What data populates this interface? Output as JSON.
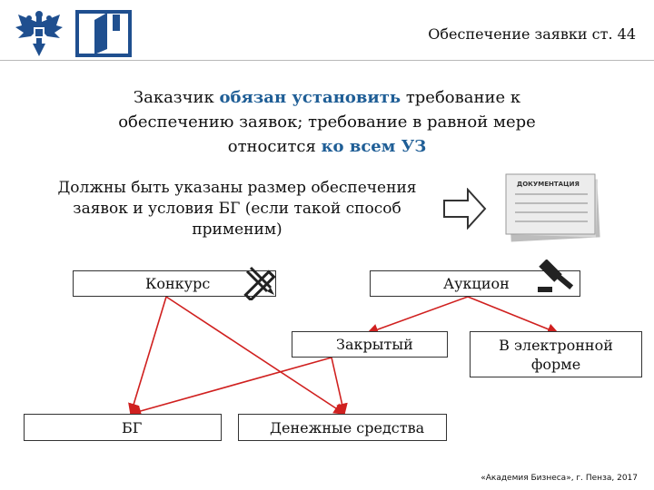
{
  "header": {
    "title": "Обеспечение заявки ст. 44"
  },
  "intro": {
    "part1": "Заказчик ",
    "part2": "обязан установить",
    "part3": " требование к обеспечению заявок; требование в равной мере относится ",
    "part4": "ко всем УЗ"
  },
  "requirement": "Должны быть указаны размер обеспечения заявок и условия БГ (если такой способ применим)",
  "document_label": "ДОКУМЕНТАЦИЯ",
  "boxes": {
    "konkurs": "Конкурс",
    "auction": "Аукцион",
    "closed": "Закрытый",
    "electronic": "В электронной форме",
    "bg": "БГ",
    "money": "Денежные средства"
  },
  "icons": {
    "emblem": "double-headed-eagle-icon",
    "book": "open-book-icon",
    "arrow": "right-arrow-icon",
    "ruler": "ruler-pencil-icon",
    "gavel": "gavel-icon"
  },
  "colors": {
    "highlight": "#1f5e96",
    "arrow": "#d0201f",
    "logo": "#1f4f8f"
  },
  "footer": "«Академия Бизнеса», г. Пенза, 2017"
}
